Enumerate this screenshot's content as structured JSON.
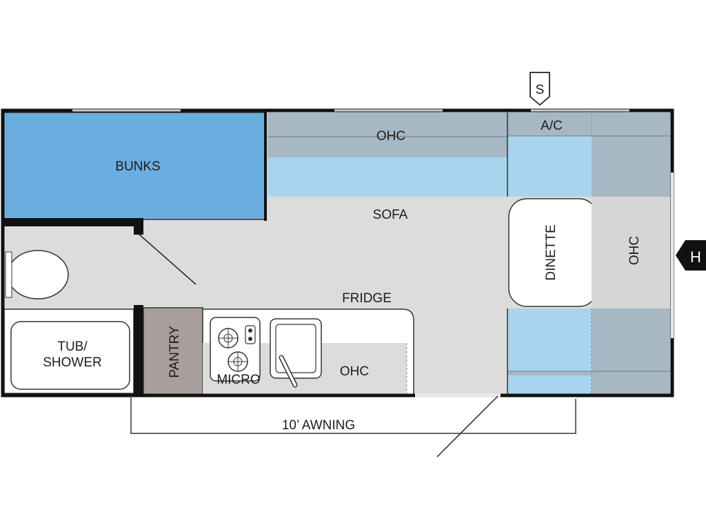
{
  "colors": {
    "floor": "#dcdcdc",
    "bunks": "#6aaee0",
    "sofa_blue": "#a8d4ee",
    "cabinet_gray": "#a6b8c4",
    "pantry": "#a89e9c",
    "wall": "#111111",
    "fixture": "#ffffff"
  },
  "labels": {
    "bunks": "BUNKS",
    "ohc_top": "OHC",
    "ac": "A/C",
    "sofa": "SOFA",
    "dinette": "DINETTE",
    "ohc_right": "OHC",
    "fridge": "FRIDGE",
    "tub_shower_line1": "TUB/",
    "tub_shower_line2": "SHOWER",
    "pantry": "PANTRY",
    "micro": "MICRO",
    "ohc_kitchen": "OHC",
    "awning": "10’ AWNING",
    "hitch": "H",
    "stabilizer": "S"
  },
  "icons": {
    "hitch": "hitch-marker-icon",
    "stabilizer": "stabilizer-marker-icon",
    "stove": "stove-burner-icon",
    "sink": "sink-faucet-icon",
    "toilet": "toilet-icon"
  }
}
